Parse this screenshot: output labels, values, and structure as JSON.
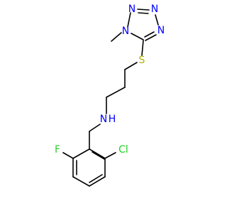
{
  "molecule": {
    "atom_labels": {
      "n1": "N",
      "n2": "N",
      "n3": "N",
      "n4": "N",
      "sulfur": "S",
      "amine_n": "N",
      "amine_h": "H",
      "fluorine": "F",
      "chlorine": "Cl"
    },
    "colors": {
      "bond": "#000000",
      "nitrogen": "#0000FF",
      "sulfur": "#B2B200",
      "fluorine": "#32CD32",
      "chlorine": "#1FD01F"
    }
  }
}
